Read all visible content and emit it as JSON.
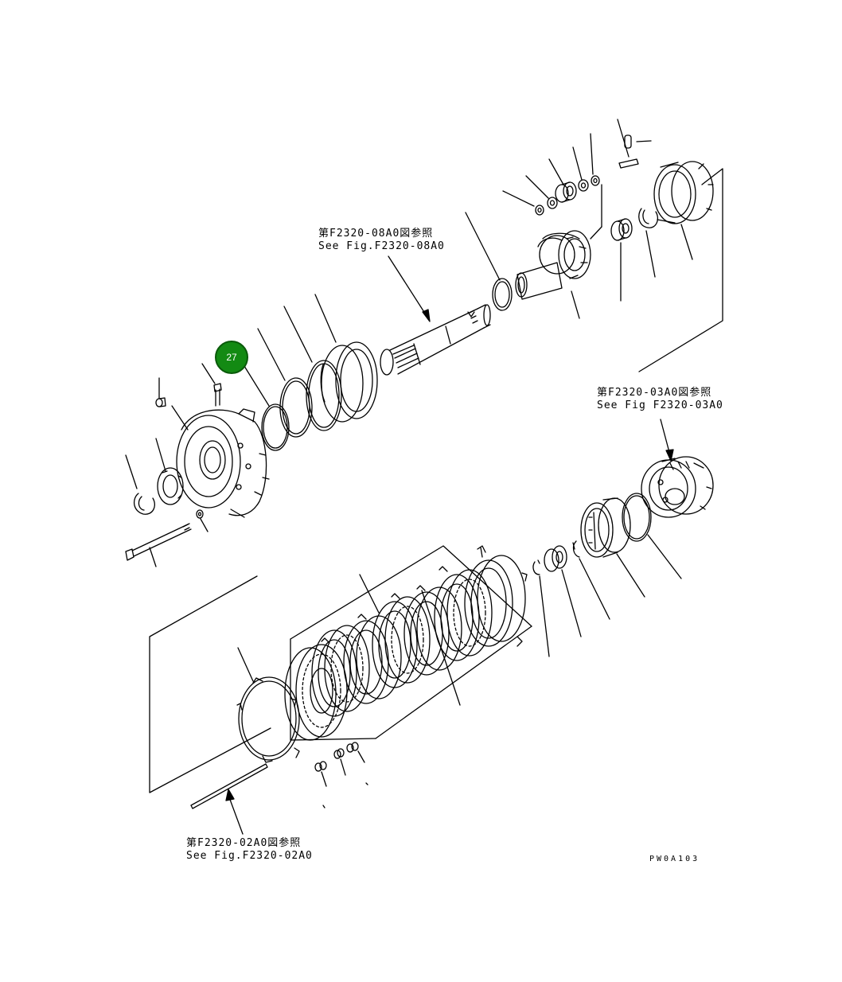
{
  "references": {
    "top": {
      "jp": "第F2320-08A0図参照",
      "en": "See Fig.F2320-08A0"
    },
    "right": {
      "jp": "第F2320-03A0図参照",
      "en": "See Fig F2320-03A0"
    },
    "bottom": {
      "jp": "第F2320-02A0図参照",
      "en": "See Fig.F2320-02A0"
    }
  },
  "highlighted_part": {
    "label": "27",
    "color": "#138a13"
  },
  "drawing_code": "PW0A103",
  "colors": {
    "line": "#000000",
    "background": "#ffffff"
  }
}
